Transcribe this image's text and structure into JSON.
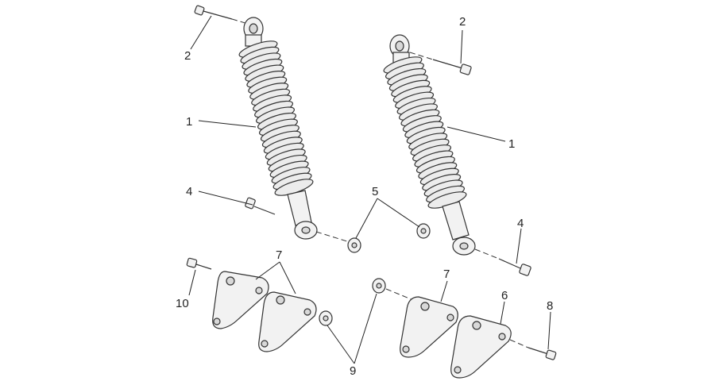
{
  "callouts": {
    "c2a": "2",
    "c2b": "2",
    "c1a": "1",
    "c1b": "1",
    "c4a": "4",
    "c4b": "4",
    "c5": "5",
    "c7a": "7",
    "c7b": "7",
    "c6": "6",
    "c8": "8",
    "c10": "10",
    "c9": "9"
  }
}
